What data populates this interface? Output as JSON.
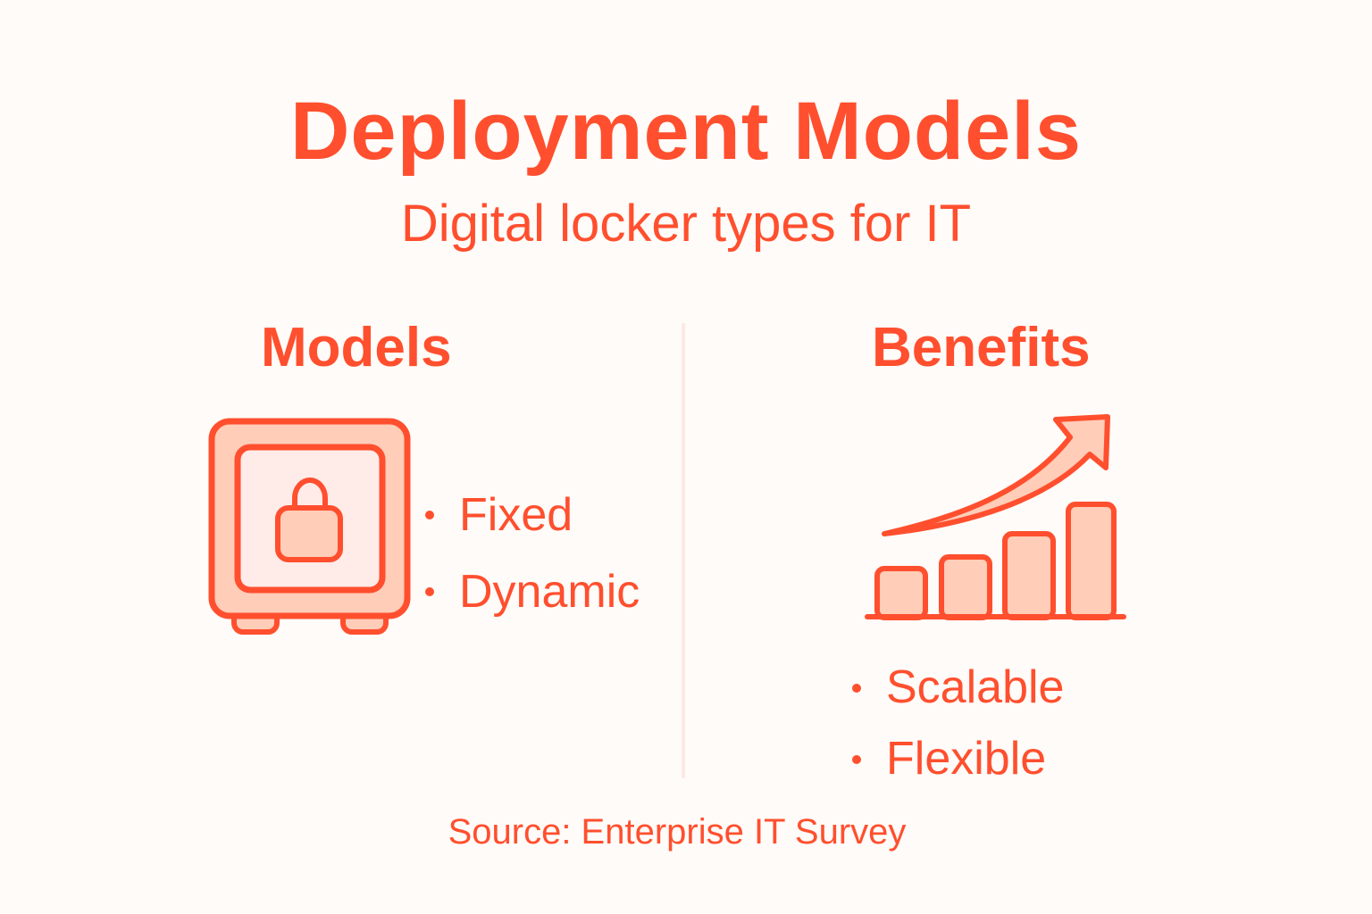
{
  "header": {
    "title": "Deployment Models",
    "subtitle": "Digital locker types for IT"
  },
  "columns": {
    "models": {
      "heading": "Models",
      "icon": "safe-lock-icon",
      "items": [
        "Fixed",
        "Dynamic"
      ]
    },
    "benefits": {
      "heading": "Benefits",
      "icon": "growth-bar-chart-icon",
      "items": [
        "Scalable",
        "Flexible"
      ]
    }
  },
  "footer": {
    "source": "Source: Enterprise IT Survey"
  },
  "colors": {
    "accent": "#FF4F2E",
    "fill_light": "#FFCDB8",
    "fill_inner": "#FFECE8",
    "divider": "#FDE9E4",
    "background": "#FFFBF8"
  }
}
